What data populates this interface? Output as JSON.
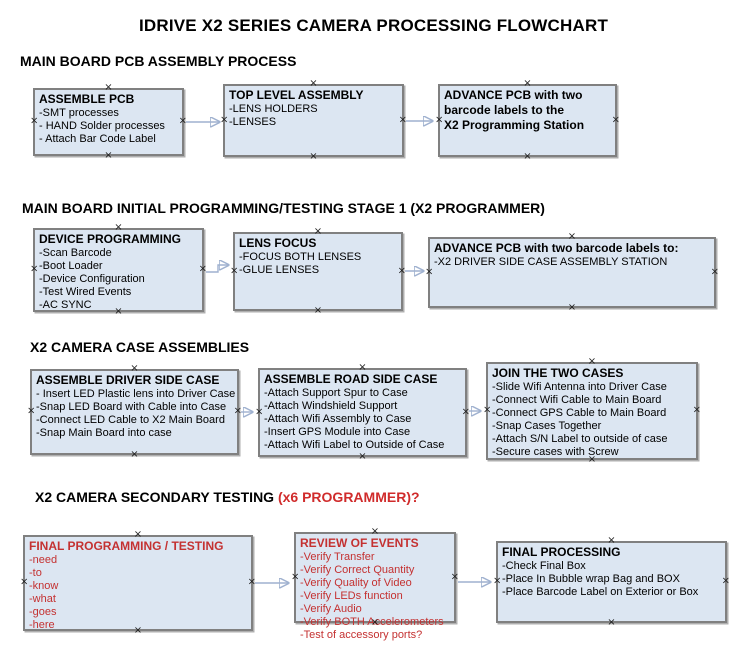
{
  "page_title": "IDRIVE X2  SERIES CAMERA PROCESSING FLOWCHART",
  "sections": {
    "s1": {
      "heading": "MAIN BOARD PCB ASSEMBLY PROCESS"
    },
    "s2": {
      "heading": "MAIN BOARD INITIAL PROGRAMMING/TESTING STAGE 1 (X2 PROGRAMMER)"
    },
    "s3": {
      "heading": "X2 CAMERA CASE ASSEMBLIES"
    },
    "s4": {
      "heading_black": "X2 CAMERA SECONDARY TESTING",
      "heading_red": "  (x6 PROGRAMMER)?"
    }
  },
  "boxes": {
    "assemble_pcb": {
      "title": "ASSEMBLE PCB",
      "items": [
        "-SMT processes",
        "- HAND Solder processes",
        "- Attach Bar Code Label"
      ]
    },
    "top_level_assembly": {
      "title": "TOP LEVEL ASSEMBLY",
      "items": [
        "-LENS HOLDERS",
        "-LENSES"
      ]
    },
    "advance_pcb_1": {
      "title": "ADVANCE PCB with two",
      "items": [
        "barcode labels to the",
        " X2 Programming Station"
      ]
    },
    "device_programming": {
      "title": "DEVICE PROGRAMMING",
      "items": [
        "-Scan Barcode",
        "-Boot Loader",
        "-Device Configuration",
        "-Test Wired Events",
        "-AC SYNC"
      ]
    },
    "lens_focus": {
      "title": "LENS FOCUS",
      "items": [
        "-FOCUS BOTH LENSES",
        "-GLUE LENSES"
      ]
    },
    "advance_pcb_2": {
      "title": "ADVANCE PCB with two barcode labels to:",
      "items": [
        "-X2 DRIVER  SIDE  CASE  ASSEMBLY STATION"
      ]
    },
    "assemble_driver_side_case": {
      "title": "ASSEMBLE DRIVER SIDE CASE",
      "items": [
        "- Insert LED Plastic lens into Driver Case",
        "-Snap LED Board with Cable into Case",
        "-Connect LED Cable to X2 Main Board",
        "-Snap Main Board into case"
      ]
    },
    "assemble_road_side_case": {
      "title": "ASSEMBLE ROAD SIDE CASE",
      "items": [
        "-Attach Support Spur to Case",
        "-Attach Windshield Support",
        "-Attach Wifi Assembly to Case",
        "-Insert GPS Module into Case",
        "-Attach Wifi Label to Outside of Case"
      ]
    },
    "join_the_two_cases": {
      "title": "JOIN THE TWO CASES",
      "items": [
        "-Slide Wifi Antenna into Driver Case",
        "-Connect Wifi Cable to Main Board",
        "-Connect GPS Cable to Main Board",
        "-Snap Cases Together",
        "-Attach S/N Label to outside of case",
        "-Secure cases with Screw"
      ]
    },
    "final_programming_testing": {
      "title": "FINAL PROGRAMMING / TESTING",
      "items": [
        "-need",
        "-to",
        "-know",
        "-what",
        "-goes",
        "-here"
      ]
    },
    "review_of_events": {
      "title": "REVIEW OF EVENTS",
      "items": [
        "-Verify Transfer",
        "-Verify Correct Quantity",
        "-Verify Quality of Video",
        "-Verify LEDs function",
        "-Verify Audio",
        "-Verify BOTH Accelerometers",
        "-Test of accessory ports?"
      ]
    },
    "final_processing": {
      "title": "FINAL PROCESSING",
      "items": [
        " -Check Final Box",
        "-Place In Bubble wrap Bag and BOX",
        "-Place Barcode Label on Exterior or Box"
      ]
    }
  },
  "icons": {
    "connection_handle": "×"
  },
  "colors": {
    "background": "#ffffff",
    "box_fill": "#dce6f2",
    "box_border": "#808080",
    "arrow_shaft": "#9fb1cf",
    "arrow_head": "#2e5395",
    "red_text": "#c43131",
    "heading_red": "#d02b2b",
    "text": "#000000"
  }
}
